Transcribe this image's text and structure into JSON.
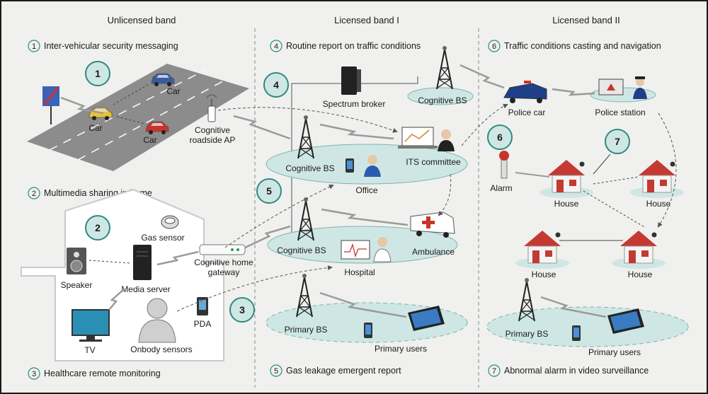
{
  "bands": [
    "Unlicensed band",
    "Licensed band I",
    "Licensed band II"
  ],
  "scenarios": [
    {
      "num": "1",
      "title": "Inter-vehicular security messaging"
    },
    {
      "num": "2",
      "title": "Multimedia sharing in home"
    },
    {
      "num": "3",
      "title": "Healthcare remote monitoring"
    },
    {
      "num": "4",
      "title": "Routine report on traffic conditions"
    },
    {
      "num": "5",
      "title": "Gas leakage emergent report"
    },
    {
      "num": "6",
      "title": "Traffic conditions casting and navigation"
    },
    {
      "num": "7",
      "title": "Abnormal alarm in video surveillance"
    }
  ],
  "markers": [
    "1",
    "2",
    "3",
    "4",
    "5",
    "6",
    "7"
  ],
  "labels": {
    "car": "Car",
    "cognitive_roadside_ap": [
      "Cognitive",
      "roadside AP"
    ],
    "speaker": "Speaker",
    "media_server": "Media server",
    "gas_sensor": "Gas sensor",
    "cognitive_home_gateway": [
      "Cognitive home",
      "gateway"
    ],
    "tv": "TV",
    "onbody_sensors": "Onbody sensors",
    "pda": "PDA",
    "spectrum_broker": "Spectrum broker",
    "cognitive_bs": "Cognitive BS",
    "its_committee": "ITS committee",
    "office": "Office",
    "ambulance": "Ambulance",
    "hospital": "Hospital",
    "primary_bs": "Primary BS",
    "primary_users": "Primary users",
    "police_car": "Police car",
    "police_station": "Police station",
    "alarm": "Alarm",
    "house": "House"
  },
  "colors": {
    "background": "#f0f0ef",
    "marker_fill": "#cfe7e4",
    "marker_stroke": "#2d8a80",
    "ellipse_fill": "#cfe7e4",
    "ellipse_stroke": "#7fb3ad",
    "road": "#8c8c8c",
    "lightning": "#9a9a9a",
    "house_roof": "#c43a32",
    "car_red": "#c8342c",
    "car_yellow": "#e7c23a",
    "car_blue": "#3b5b9a"
  }
}
